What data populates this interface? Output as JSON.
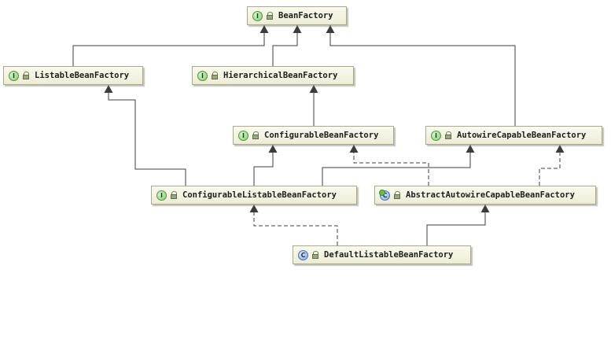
{
  "diagram": {
    "nodes": [
      {
        "id": "bean-factory",
        "label": "BeanFactory",
        "kind": "interface",
        "badge": "I"
      },
      {
        "id": "listable-bean-factory",
        "label": "ListableBeanFactory",
        "kind": "interface",
        "badge": "I"
      },
      {
        "id": "hierarchical-bean-factory",
        "label": "HierarchicalBeanFactory",
        "kind": "interface",
        "badge": "I"
      },
      {
        "id": "configurable-bean-factory",
        "label": "ConfigurableBeanFactory",
        "kind": "interface",
        "badge": "I"
      },
      {
        "id": "autowire-capable-bean-factory",
        "label": "AutowireCapableBeanFactory",
        "kind": "interface",
        "badge": "I"
      },
      {
        "id": "configurable-listable-bean-factory",
        "label": "ConfigurableListableBeanFactory",
        "kind": "interface",
        "badge": "I"
      },
      {
        "id": "abstract-autowire-capable-bean-factory",
        "label": "AbstractAutowireCapableBeanFactory",
        "kind": "abstract-class",
        "badge": "C"
      },
      {
        "id": "default-listable-bean-factory",
        "label": "DefaultListableBeanFactory",
        "kind": "class",
        "badge": "C"
      }
    ],
    "edges": [
      {
        "from": "listable-bean-factory",
        "to": "bean-factory",
        "style": "solid",
        "meaning": "extends"
      },
      {
        "from": "hierarchical-bean-factory",
        "to": "bean-factory",
        "style": "solid",
        "meaning": "extends"
      },
      {
        "from": "autowire-capable-bean-factory",
        "to": "bean-factory",
        "style": "solid",
        "meaning": "extends"
      },
      {
        "from": "configurable-bean-factory",
        "to": "hierarchical-bean-factory",
        "style": "solid",
        "meaning": "extends"
      },
      {
        "from": "configurable-listable-bean-factory",
        "to": "listable-bean-factory",
        "style": "solid",
        "meaning": "extends"
      },
      {
        "from": "configurable-listable-bean-factory",
        "to": "configurable-bean-factory",
        "style": "solid",
        "meaning": "extends"
      },
      {
        "from": "configurable-listable-bean-factory",
        "to": "autowire-capable-bean-factory",
        "style": "solid",
        "meaning": "extends"
      },
      {
        "from": "abstract-autowire-capable-bean-factory",
        "to": "configurable-bean-factory",
        "style": "dashed",
        "meaning": "implements"
      },
      {
        "from": "abstract-autowire-capable-bean-factory",
        "to": "autowire-capable-bean-factory",
        "style": "dashed",
        "meaning": "implements"
      },
      {
        "from": "default-listable-bean-factory",
        "to": "configurable-listable-bean-factory",
        "style": "dashed",
        "meaning": "implements"
      },
      {
        "from": "default-listable-bean-factory",
        "to": "abstract-autowire-capable-bean-factory",
        "style": "solid",
        "meaning": "extends"
      }
    ],
    "colors": {
      "node_fill_top": "#fbfbee",
      "node_fill_bottom": "#ececd6",
      "node_border": "#a9a98c",
      "edge": "#3c3c3c",
      "interface_badge": "#7fce6b",
      "class_badge": "#7fa6e2"
    },
    "icons": {
      "interface": "interface-icon",
      "class": "class-icon",
      "abstract-class": "abstract-class-icon",
      "access": "lock-icon"
    }
  }
}
